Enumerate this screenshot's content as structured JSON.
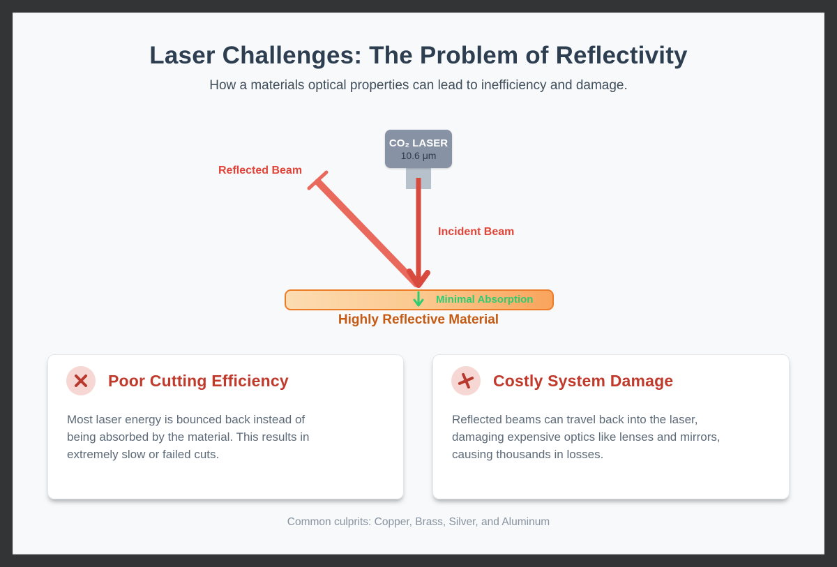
{
  "page": {
    "title": "Laser Challenges: The Problem of Reflectivity",
    "subtitle": "How a materials optical properties can lead to inefficiency and damage.",
    "footer": "Common culprits: Copper, Brass, Silver, and Aluminum"
  },
  "laser": {
    "name": "CO₂ LASER",
    "wavelength": "10.6 μm"
  },
  "beams": {
    "incident_label": "Incident Beam",
    "reflected_label": "Reflected Beam"
  },
  "material": {
    "label": "Highly Reflective Material",
    "absorption_label": "Minimal Absorption"
  },
  "cards": [
    {
      "title": "Poor Cutting Efficiency",
      "body": "Most laser energy is bounced back instead of being absorbed by the material. This results in extremely slow or failed cuts."
    },
    {
      "title": "Costly System Damage",
      "body": "Reflected beams can travel back into the laser, damaging expensive optics like lenses and mirrors, causing thousands in losses."
    }
  ],
  "colors": {
    "frame": "#323436",
    "panel": "#f8f9fa",
    "title_text": "#2d3e50",
    "beam_label_red": "#df4538",
    "incident_beam": "#d84a3e",
    "reflected_beam": "#e9695d",
    "material_border": "#ec7c28",
    "material_label": "#c45a14",
    "absorption_green": "#2ecc71",
    "card_title_red": "#c0392b",
    "icon_badge_bg": "#f6d7d4",
    "icon_x": "#b8392e",
    "laser_box": "#8793a5",
    "laser_nozzle": "#b7c1cb"
  }
}
